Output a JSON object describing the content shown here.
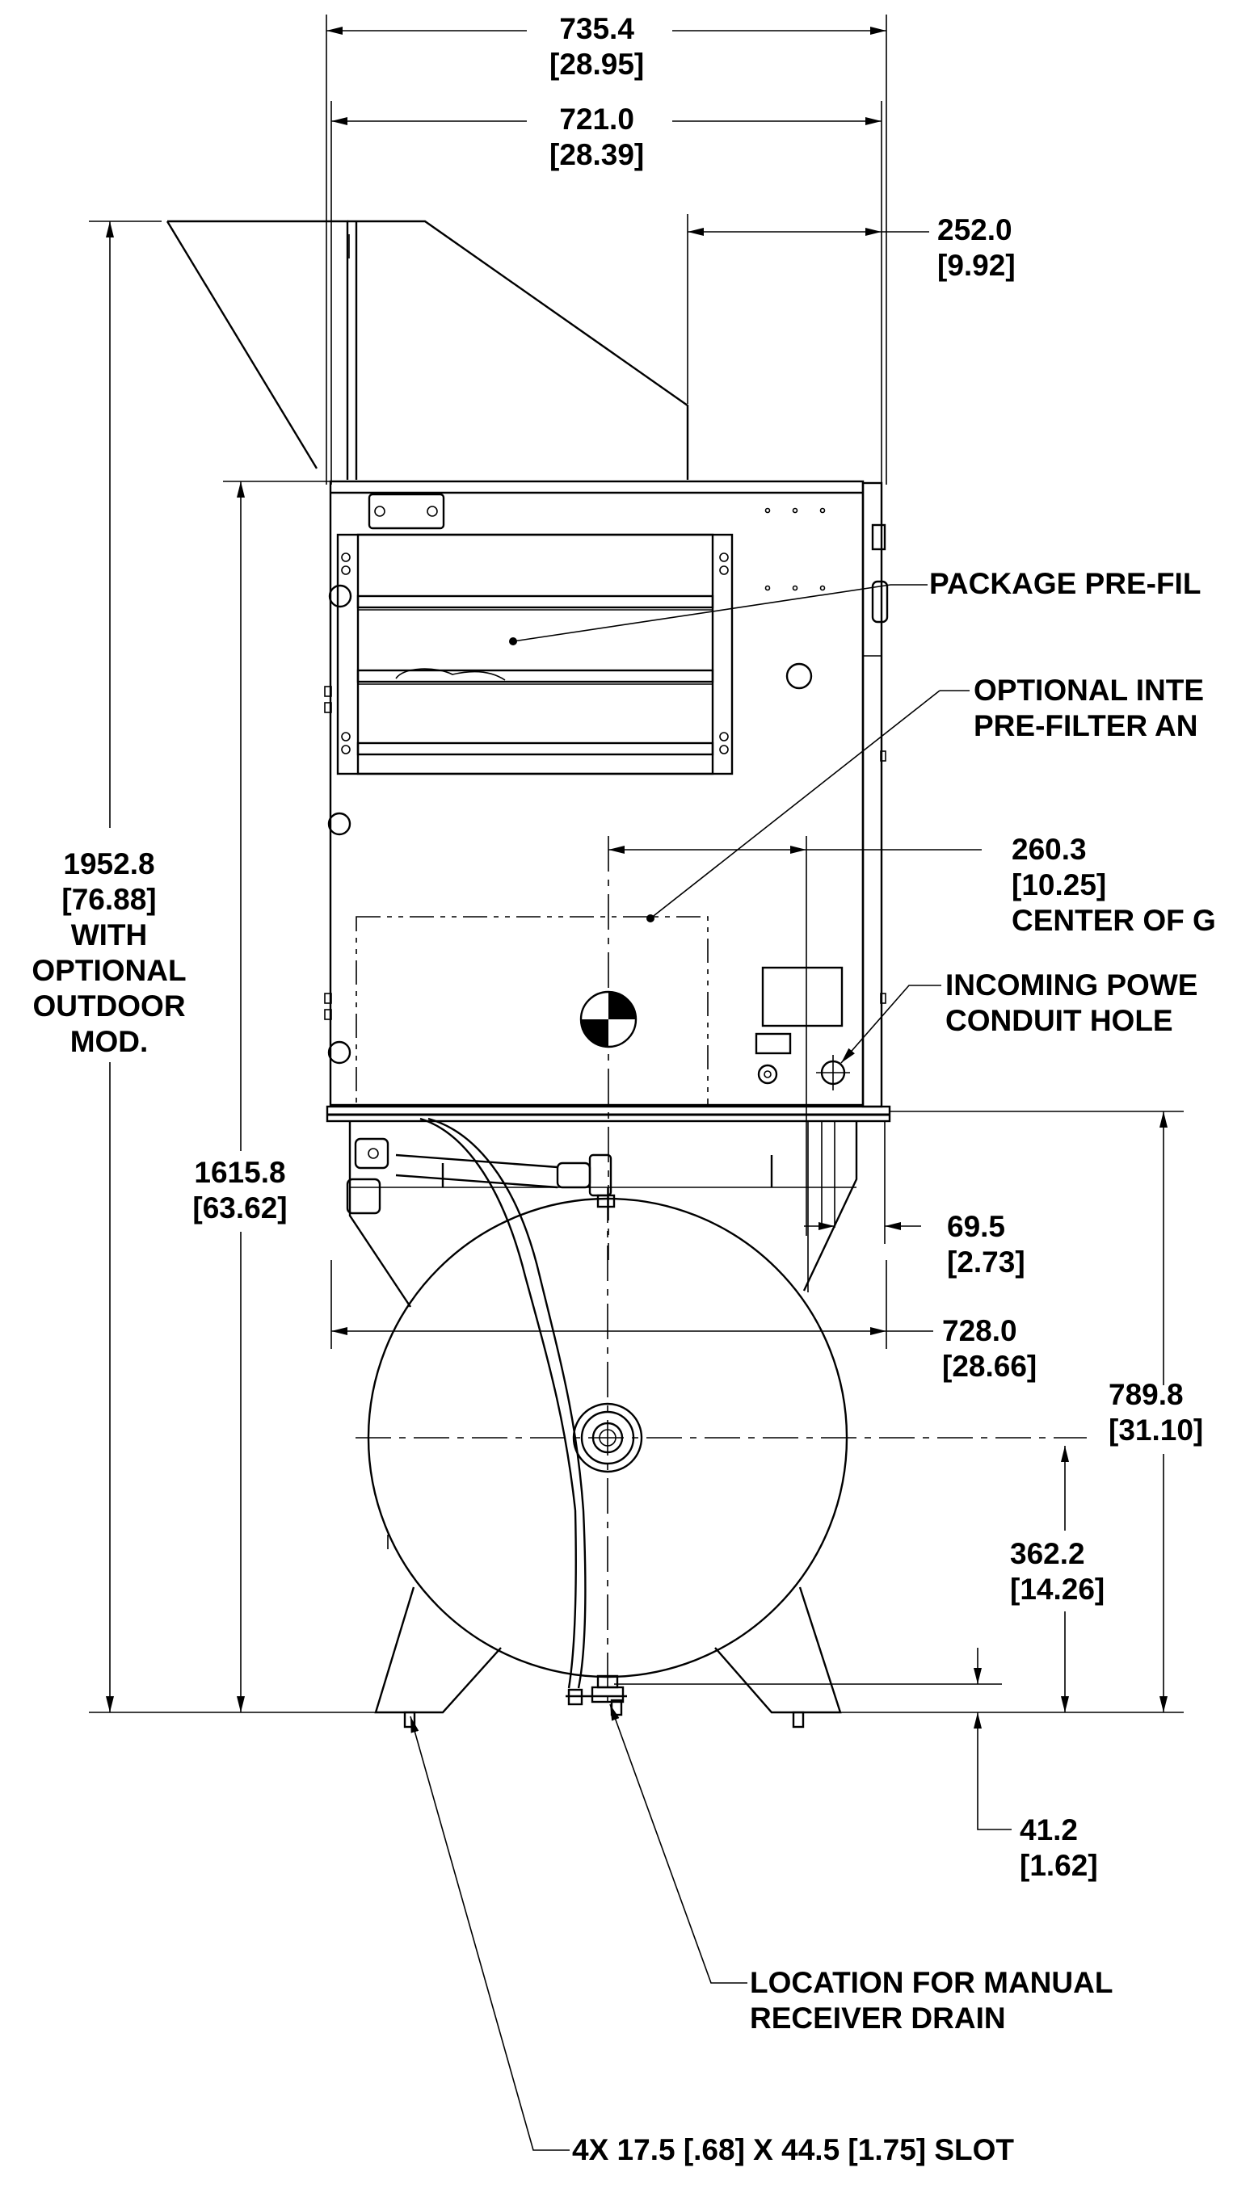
{
  "dimensions": {
    "overall_width": {
      "mm": "735.4",
      "in": "[28.95]"
    },
    "cabinet_width": {
      "mm": "721.0",
      "in": "[28.39]"
    },
    "hood_width": {
      "mm": "252.0",
      "in": "[9.92]"
    },
    "overall_height": {
      "mm": "1952.8",
      "in": "[76.88]",
      "note1": "WITH",
      "note2": "OPTIONAL",
      "note3": "OUTDOOR",
      "note4": "MOD."
    },
    "cabinet_height": {
      "mm": "1615.8",
      "in": "[63.62]"
    },
    "center_of_gravity": {
      "mm": "260.3",
      "in": "[10.25]",
      "note": "CENTER OF G"
    },
    "right_offset": {
      "mm": "69.5",
      "in": "[2.73]"
    },
    "base_width": {
      "mm": "728.0",
      "in": "[28.66]"
    },
    "base_height": {
      "mm": "789.8",
      "in": "[31.10]"
    },
    "tank_center_height": {
      "mm": "362.2",
      "in": "[14.26]"
    },
    "drain_height": {
      "mm": "41.2",
      "in": "[1.62]"
    }
  },
  "callouts": {
    "package_prefilter": "PACKAGE PRE-FIL",
    "optional_internal_1": "OPTIONAL INTE",
    "optional_internal_2": "PRE-FILTER AN",
    "incoming_power_1": "INCOMING POWE",
    "incoming_power_2": "CONDUIT HOLE",
    "manual_drain_1": "LOCATION FOR MANUAL",
    "manual_drain_2": "RECEIVER DRAIN",
    "slot": "4X 17.5 [.68] X 44.5 [1.75] SLOT"
  }
}
